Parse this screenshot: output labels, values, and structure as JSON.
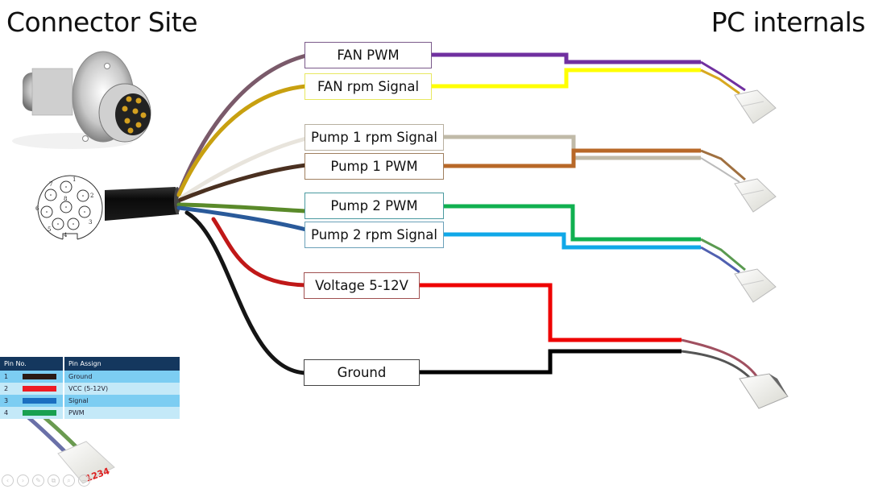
{
  "titles": {
    "left": "Connector Site",
    "right": "PC internals"
  },
  "labels": [
    {
      "id": "fan-pwm",
      "text": "FAN PWM",
      "border": "#7a5a8a",
      "wire_color": "#7030a0",
      "cable_color": "#7a5a6a"
    },
    {
      "id": "fan-rpm",
      "text": "FAN rpm Signal",
      "border": "#e8e860",
      "wire_color": "#ffff00",
      "cable_color": "#c8a010"
    },
    {
      "id": "pump1-rpm",
      "text": "Pump 1 rpm Signal",
      "border": "#b8b0a0",
      "wire_color": "#c0baa8",
      "cable_color": "#e8e4dc"
    },
    {
      "id": "pump1-pwm",
      "text": "Pump 1 PWM",
      "border": "#a08060",
      "wire_color": "#b86828",
      "cable_color": "#4a3020"
    },
    {
      "id": "pump2-pwm",
      "text": "Pump 2 PWM",
      "border": "#4a9aa0",
      "wire_color": "#10b050",
      "cable_color": "#5a8a2a"
    },
    {
      "id": "pump2-rpm",
      "text": "Pump 2 rpm Signal",
      "border": "#6aa0b8",
      "wire_color": "#10a8e8",
      "cable_color": "#2a5a9a"
    },
    {
      "id": "voltage",
      "text": "Voltage 5-12V",
      "border": "#a05050",
      "wire_color": "#ee0000",
      "cable_color": "#c01818"
    },
    {
      "id": "ground",
      "text": "Ground",
      "border": "#444444",
      "wire_color": "#000000",
      "cable_color": "#151515"
    }
  ],
  "round_connector": {
    "pins": [
      "1",
      "2",
      "3",
      "4",
      "5",
      "6",
      "7",
      "8"
    ]
  },
  "pin_table": {
    "headers": [
      "Pin No.",
      "Pin Assign"
    ],
    "rows": [
      {
        "pin": "1",
        "color": "#2a1a14",
        "assign": "Ground"
      },
      {
        "pin": "2",
        "color": "#ee1c24",
        "assign": "VCC (5-12V)"
      },
      {
        "pin": "3",
        "color": "#1a6ec0",
        "assign": "Signal"
      },
      {
        "pin": "4",
        "color": "#18a050",
        "assign": "PWM"
      }
    ],
    "connector_pin_numbers": "1234"
  },
  "pc_connectors": [
    {
      "name": "fan-header",
      "wires": [
        "#7030a0",
        "#d8a820"
      ]
    },
    {
      "name": "pump1-header",
      "wires": [
        "#a07040",
        "#ffffff"
      ]
    },
    {
      "name": "pump2-header",
      "wires": [
        "#5a9a50",
        "#5060b0"
      ]
    },
    {
      "name": "molex-power",
      "wires": [
        "#a05060",
        "#555555"
      ]
    }
  ],
  "viewer_controls": [
    "prev",
    "next",
    "edit",
    "copy",
    "zoom",
    "minus"
  ]
}
